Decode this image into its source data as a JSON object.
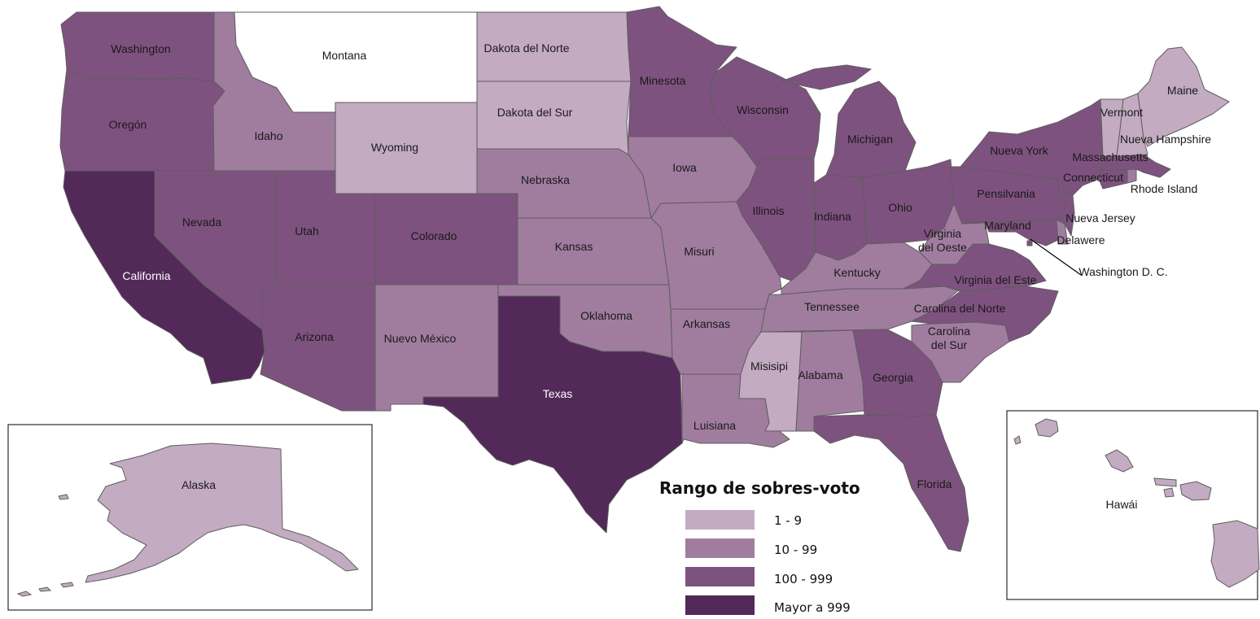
{
  "colors": {
    "bin1": "#c3abc2",
    "bin2": "#a07d9f",
    "bin3": "#7e527e",
    "bin4": "#522958",
    "none": "#ffffff"
  },
  "legend": {
    "title": "Rango de sobres-voto",
    "items": [
      {
        "label": "1 - 9",
        "color": "#c3abc2"
      },
      {
        "label": "10 - 99",
        "color": "#a07d9f"
      },
      {
        "label": "100 - 999",
        "color": "#7e527e"
      },
      {
        "label": "Mayor a 999",
        "color": "#522958"
      }
    ]
  },
  "states": [
    {
      "id": "washington",
      "name": "Washington",
      "bin": 3
    },
    {
      "id": "oregon",
      "name": "Oregón",
      "bin": 3
    },
    {
      "id": "california",
      "name": "California",
      "bin": 4
    },
    {
      "id": "idaho",
      "name": "Idaho",
      "bin": 2
    },
    {
      "id": "nevada",
      "name": "Nevada",
      "bin": 3
    },
    {
      "id": "montana",
      "name": "Montana",
      "bin": 0
    },
    {
      "id": "wyoming",
      "name": "Wyoming",
      "bin": 1
    },
    {
      "id": "utah",
      "name": "Utah",
      "bin": 3
    },
    {
      "id": "arizona",
      "name": "Arizona",
      "bin": 3
    },
    {
      "id": "colorado",
      "name": "Colorado",
      "bin": 3
    },
    {
      "id": "new-mexico",
      "name": "Nuevo México",
      "bin": 2
    },
    {
      "id": "north-dakota",
      "name": "Dakota del Norte",
      "bin": 1
    },
    {
      "id": "south-dakota",
      "name": "Dakota del Sur",
      "bin": 1
    },
    {
      "id": "nebraska",
      "name": "Nebraska",
      "bin": 2
    },
    {
      "id": "kansas",
      "name": "Kansas",
      "bin": 2
    },
    {
      "id": "oklahoma",
      "name": "Oklahoma",
      "bin": 2
    },
    {
      "id": "texas",
      "name": "Texas",
      "bin": 4
    },
    {
      "id": "minnesota",
      "name": "Minesota",
      "bin": 3
    },
    {
      "id": "iowa",
      "name": "Iowa",
      "bin": 2
    },
    {
      "id": "missouri",
      "name": "Misuri",
      "bin": 2
    },
    {
      "id": "arkansas",
      "name": "Arkansas",
      "bin": 2
    },
    {
      "id": "louisiana",
      "name": "Luisiana",
      "bin": 2
    },
    {
      "id": "wisconsin",
      "name": "Wisconsin",
      "bin": 3
    },
    {
      "id": "illinois",
      "name": "Illinois",
      "bin": 3
    },
    {
      "id": "michigan",
      "name": "Michigan",
      "bin": 3
    },
    {
      "id": "indiana",
      "name": "Indiana",
      "bin": 3
    },
    {
      "id": "ohio",
      "name": "Ohio",
      "bin": 3
    },
    {
      "id": "kentucky",
      "name": "Kentucky",
      "bin": 2
    },
    {
      "id": "tennessee",
      "name": "Tennessee",
      "bin": 2
    },
    {
      "id": "mississippi",
      "name": "Misisipi",
      "bin": 1
    },
    {
      "id": "alabama",
      "name": "Alabama",
      "bin": 2
    },
    {
      "id": "georgia",
      "name": "Georgia",
      "bin": 3
    },
    {
      "id": "florida",
      "name": "Florida",
      "bin": 3
    },
    {
      "id": "south-carolina",
      "name": [
        "Carolina",
        "del Sur"
      ],
      "bin": 2
    },
    {
      "id": "north-carolina",
      "name": "Carolina del Norte",
      "bin": 3
    },
    {
      "id": "virginia",
      "name": "Virginia del Este",
      "bin": 3
    },
    {
      "id": "west-virginia",
      "name": [
        "Virginia",
        "del Oeste"
      ],
      "bin": 2
    },
    {
      "id": "pennsylvania",
      "name": "Pensilvania",
      "bin": 3
    },
    {
      "id": "new-york",
      "name": "Nueva York",
      "bin": 3
    },
    {
      "id": "new-jersey",
      "name": "Nueva Jersey",
      "bin": 3
    },
    {
      "id": "delaware",
      "name": "Delawere",
      "bin": 2
    },
    {
      "id": "maryland",
      "name": "Maryland",
      "bin": 3
    },
    {
      "id": "dc",
      "name": "Washington D. C.",
      "bin": 3
    },
    {
      "id": "connecticut",
      "name": "Connecticut",
      "bin": 3
    },
    {
      "id": "rhode-island",
      "name": "Rhode Island",
      "bin": 2
    },
    {
      "id": "massachusetts",
      "name": "Massachusetts",
      "bin": 3
    },
    {
      "id": "vermont",
      "name": "Vermont",
      "bin": 1
    },
    {
      "id": "new-hampshire",
      "name": "Nueva Hampshire",
      "bin": 1
    },
    {
      "id": "maine",
      "name": "Maine",
      "bin": 1
    },
    {
      "id": "alaska",
      "name": "Alaska",
      "bin": 1
    },
    {
      "id": "hawaii",
      "name": "Hawái",
      "bin": 1
    }
  ]
}
